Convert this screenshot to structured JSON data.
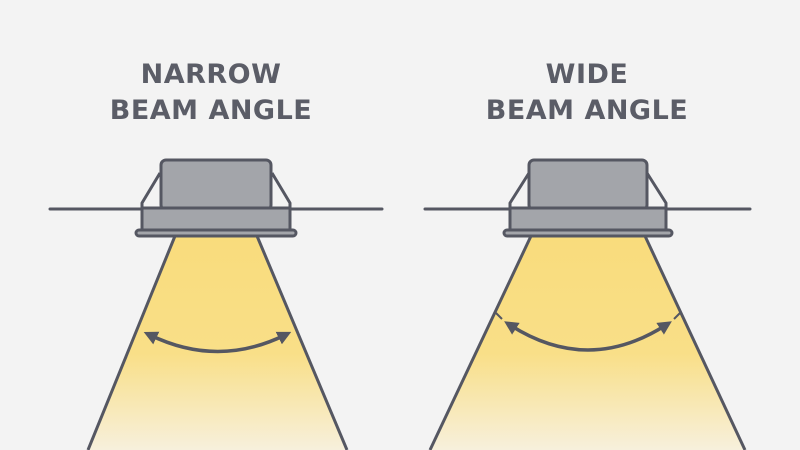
{
  "panels": [
    {
      "title_line1": "NARROW",
      "title_line2": "BEAM ANGLE"
    },
    {
      "title_line1": "WIDE",
      "title_line2": "BEAM ANGLE"
    }
  ],
  "colors": {
    "stroke": "#555762",
    "fixture": "#a3a5aa",
    "beam": "#f9dc7c",
    "background": "#f3f3f3"
  }
}
